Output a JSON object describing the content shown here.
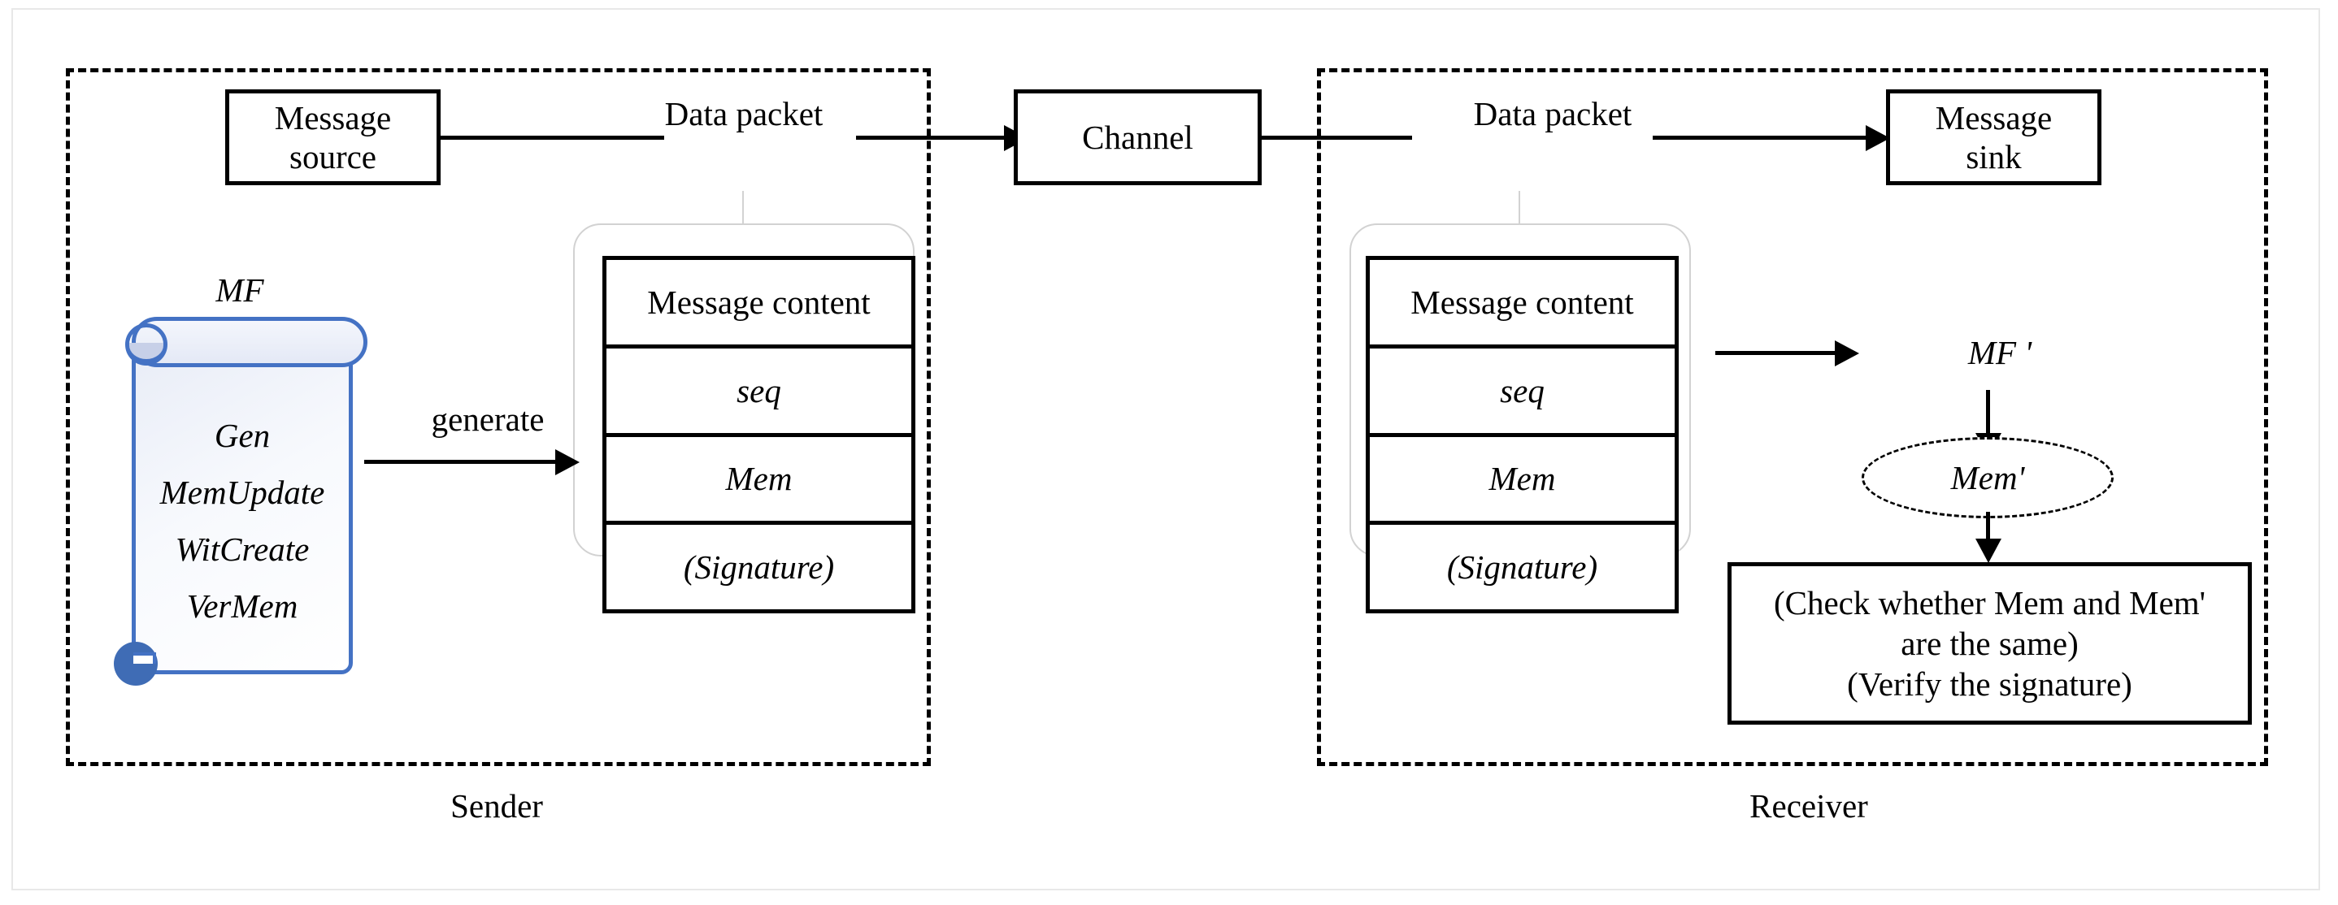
{
  "diagram": {
    "title_hidden": "",
    "sender": {
      "boundary_label": "Sender",
      "message_source": {
        "line1": "Message",
        "line2": "source"
      },
      "data_packet_label": {
        "line1": "Data",
        "line2": "packet"
      },
      "mf_label": "MF",
      "generate_label": "generate",
      "scroll_algorithms": [
        "Gen",
        "MemUpdate",
        "WitCreate",
        "VerMem"
      ],
      "packet_rows": [
        "Message content",
        "seq",
        "Mem",
        "(Signature)"
      ]
    },
    "channel": {
      "label": "Channel"
    },
    "receiver": {
      "boundary_label": "Receiver",
      "message_sink": {
        "line1": "Message",
        "line2": "sink"
      },
      "data_packet_label": {
        "line1": "Data",
        "line2": "packet"
      },
      "mf_prime_label": "MF '",
      "mem_prime_label": "Mem'",
      "packet_rows": [
        "Message content",
        "seq",
        "Mem",
        "(Signature)"
      ],
      "verify_lines": [
        "(Check whether Mem and Mem'",
        "are the same)",
        "(Verify the signature)"
      ]
    },
    "colors": {
      "stroke": "#000000",
      "scroll_border": "#4472C4",
      "scroll_curl_fill": "#3f6cb5",
      "callout_gray": "#d2d2d2",
      "page_frame": "#e8e8e8"
    }
  }
}
